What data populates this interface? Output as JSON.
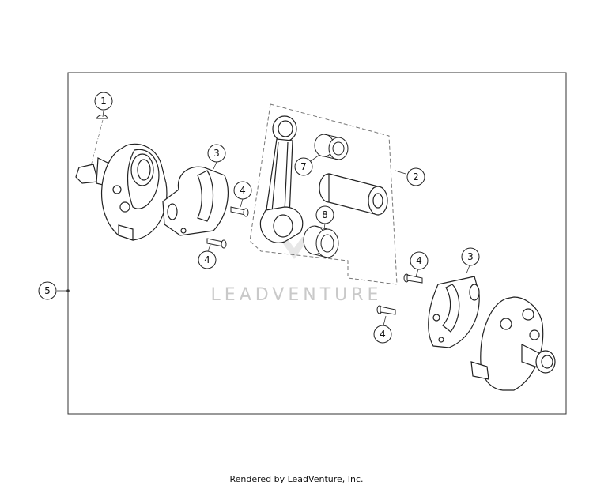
{
  "callouts": [
    {
      "id": "callout-1",
      "label": "1"
    },
    {
      "id": "callout-2",
      "label": "2"
    },
    {
      "id": "callout-3a",
      "label": "3"
    },
    {
      "id": "callout-3b",
      "label": "3"
    },
    {
      "id": "callout-4a",
      "label": "4"
    },
    {
      "id": "callout-4b",
      "label": "4"
    },
    {
      "id": "callout-4c",
      "label": "4"
    },
    {
      "id": "callout-4d",
      "label": "4"
    },
    {
      "id": "callout-5",
      "label": "5"
    },
    {
      "id": "callout-7",
      "label": "7"
    },
    {
      "id": "callout-8",
      "label": "8"
    }
  ],
  "watermark": "LEADVENTURE",
  "footer": "Rendered by LeadVenture, Inc."
}
